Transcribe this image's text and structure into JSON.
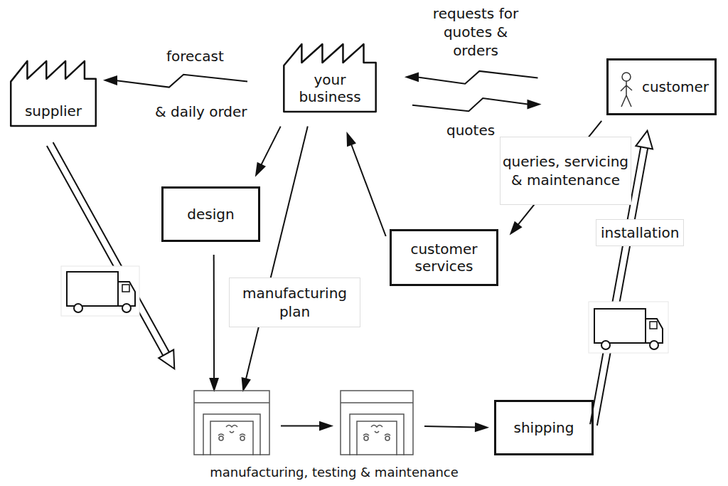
{
  "diagram": {
    "nodes": [
      {
        "text": [
          "supplier"
        ]
      },
      {
        "text": [
          "your business"
        ]
      },
      {
        "text": [
          "customer"
        ]
      },
      {
        "text": [
          "design"
        ]
      },
      {
        "text": [
          "customer services"
        ]
      },
      {
        "text": [
          "manufacturing, testing & maintenance"
        ]
      },
      {
        "text": []
      },
      {
        "text": [
          "shipping"
        ]
      }
    ],
    "edges": [
      {
        "from": 1,
        "to": 0,
        "label": "forecast",
        "arrow": "to"
      },
      {
        "from": 2,
        "to": 1,
        "label": "requests for quotes & orders",
        "arrow": "to"
      },
      {
        "from": 1,
        "to": 2,
        "label": "quotes",
        "arrow": "to"
      },
      {
        "from": 1,
        "to": 3,
        "arrow": "to"
      },
      {
        "from": 1,
        "to": 5,
        "label": "manufacturing plan",
        "arrow": "to"
      },
      {
        "from": 4,
        "to": 1,
        "arrow": "to"
      },
      {
        "from": 2,
        "to": 4,
        "label": "queries, servicing & maintenance",
        "arrow": "to"
      },
      {
        "from": 0,
        "to": 5,
        "arrow": "to"
      },
      {
        "from": 3,
        "to": 5,
        "arrow": "to"
      },
      {
        "from": 5,
        "to": 6,
        "arrow": "to"
      },
      {
        "from": 6,
        "to": 7,
        "arrow": "to"
      },
      {
        "from": 7,
        "to": 2,
        "label": "installation",
        "arrow": "to"
      }
    ],
    "labels": [
      "& daily order"
    ]
  }
}
